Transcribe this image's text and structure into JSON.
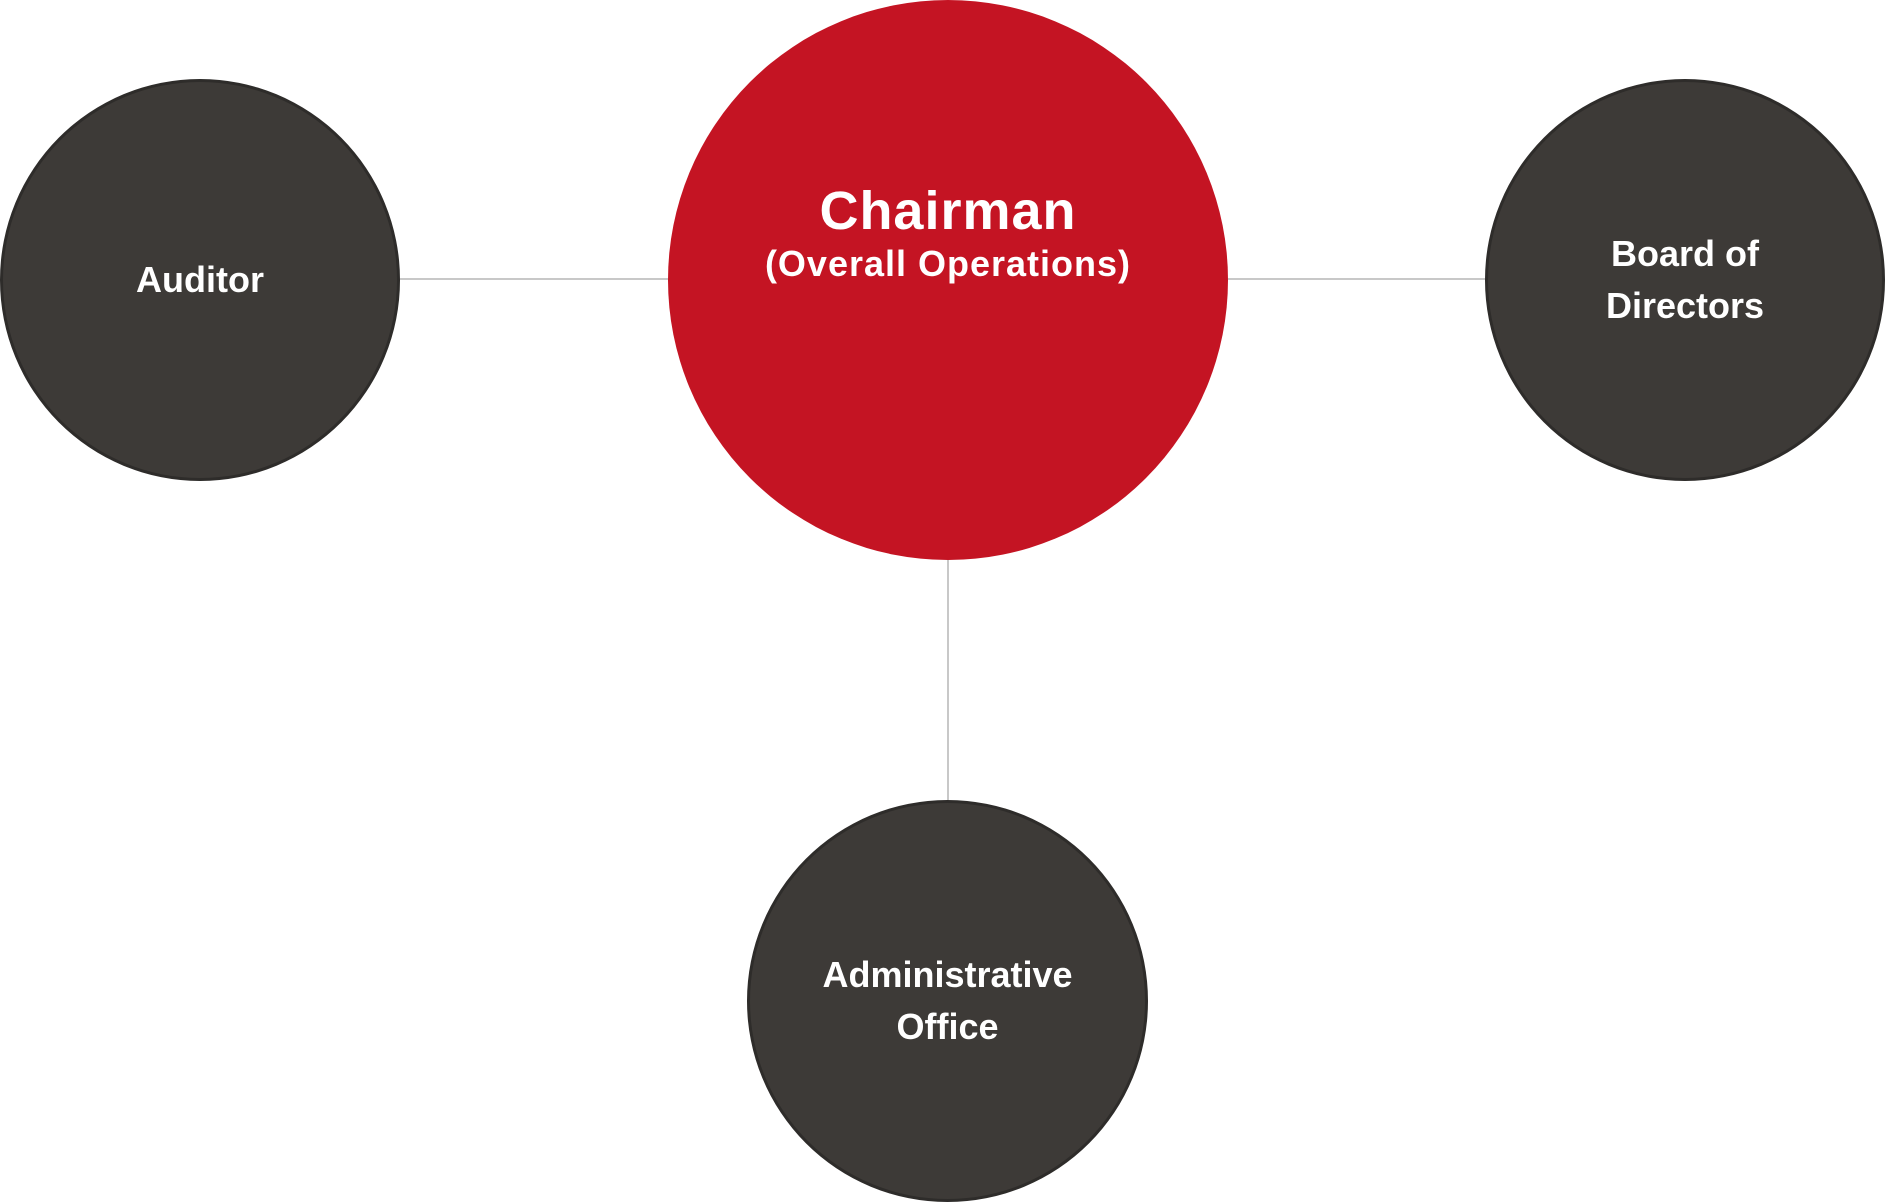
{
  "diagram": {
    "colors": {
      "primary_node": "#c41423",
      "secondary_node": "#3d3a37",
      "connector": "#c8c8c8",
      "text": "#ffffff",
      "background": "#ffffff"
    },
    "nodes": {
      "chairman": {
        "title": "Chairman",
        "subtitle": "(Overall Operations)"
      },
      "auditor": {
        "lines": [
          "Auditor"
        ]
      },
      "board": {
        "lines": [
          "Board of",
          "Directors"
        ]
      },
      "admin": {
        "lines": [
          "Administrative",
          "Office"
        ]
      }
    },
    "edges": [
      {
        "from": "chairman",
        "to": "auditor"
      },
      {
        "from": "chairman",
        "to": "board"
      },
      {
        "from": "chairman",
        "to": "admin"
      }
    ]
  }
}
